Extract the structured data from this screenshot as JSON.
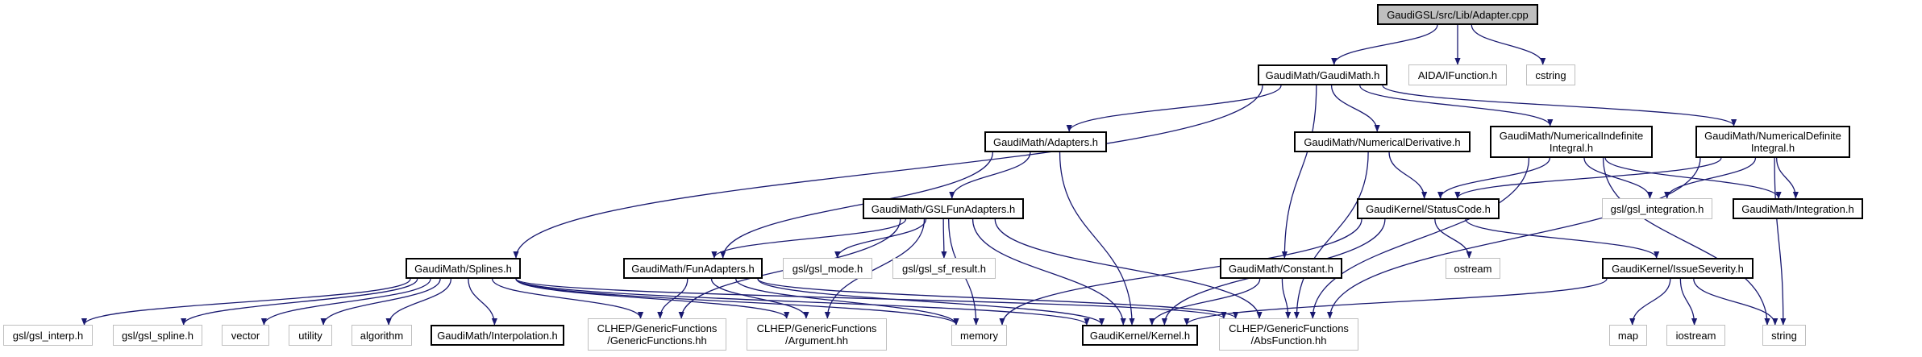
{
  "diagram": {
    "type": "include-dependency-graph",
    "edge_color": "#191970",
    "nodes": [
      {
        "id": "root",
        "label": "GaudiGSL/src/Lib/Adapter.cpp",
        "kind": "root"
      },
      {
        "id": "gaudimath",
        "label": "GaudiMath/GaudiMath.h",
        "kind": "local"
      },
      {
        "id": "aida",
        "label": "AIDA/IFunction.h",
        "kind": "system"
      },
      {
        "id": "cstring",
        "label": "cstring",
        "kind": "system"
      },
      {
        "id": "adapters",
        "label": "GaudiMath/Adapters.h",
        "kind": "local"
      },
      {
        "id": "numderiv",
        "label": "GaudiMath/NumericalDerivative.h",
        "kind": "local"
      },
      {
        "id": "numindef",
        "label": "GaudiMath/NumericalIndefinite\nIntegral.h",
        "kind": "local"
      },
      {
        "id": "numdef",
        "label": "GaudiMath/NumericalDefinite\nIntegral.h",
        "kind": "local"
      },
      {
        "id": "gslfun",
        "label": "GaudiMath/GSLFunAdapters.h",
        "kind": "local"
      },
      {
        "id": "statuscode",
        "label": "GaudiKernel/StatusCode.h",
        "kind": "local"
      },
      {
        "id": "gslinteg",
        "label": "gsl/gsl_integration.h",
        "kind": "system"
      },
      {
        "id": "integration",
        "label": "GaudiMath/Integration.h",
        "kind": "local"
      },
      {
        "id": "splines",
        "label": "GaudiMath/Splines.h",
        "kind": "local"
      },
      {
        "id": "funadapters",
        "label": "GaudiMath/FunAdapters.h",
        "kind": "local"
      },
      {
        "id": "gslmode",
        "label": "gsl/gsl_mode.h",
        "kind": "system"
      },
      {
        "id": "gslsf",
        "label": "gsl/gsl_sf_result.h",
        "kind": "system"
      },
      {
        "id": "constant",
        "label": "GaudiMath/Constant.h",
        "kind": "local"
      },
      {
        "id": "ostream",
        "label": "ostream",
        "kind": "system"
      },
      {
        "id": "issue",
        "label": "GaudiKernel/IssueSeverity.h",
        "kind": "local"
      },
      {
        "id": "gslinterp",
        "label": "gsl/gsl_interp.h",
        "kind": "system"
      },
      {
        "id": "gslspline",
        "label": "gsl/gsl_spline.h",
        "kind": "system"
      },
      {
        "id": "vector",
        "label": "vector",
        "kind": "system"
      },
      {
        "id": "utility",
        "label": "utility",
        "kind": "system"
      },
      {
        "id": "algorithm",
        "label": "algorithm",
        "kind": "system"
      },
      {
        "id": "interpolation",
        "label": "GaudiMath/Interpolation.h",
        "kind": "local"
      },
      {
        "id": "genfun",
        "label": "CLHEP/GenericFunctions\n/GenericFunctions.hh",
        "kind": "system"
      },
      {
        "id": "argument",
        "label": "CLHEP/GenericFunctions\n/Argument.hh",
        "kind": "system"
      },
      {
        "id": "memory",
        "label": "memory",
        "kind": "system"
      },
      {
        "id": "kernel",
        "label": "GaudiKernel/Kernel.h",
        "kind": "local"
      },
      {
        "id": "absfun",
        "label": "CLHEP/GenericFunctions\n/AbsFunction.hh",
        "kind": "system"
      },
      {
        "id": "map",
        "label": "map",
        "kind": "system"
      },
      {
        "id": "iostream",
        "label": "iostream",
        "kind": "system"
      },
      {
        "id": "string",
        "label": "string",
        "kind": "system"
      }
    ],
    "edges": [
      [
        "root",
        "gaudimath"
      ],
      [
        "root",
        "aida"
      ],
      [
        "root",
        "cstring"
      ],
      [
        "gaudimath",
        "adapters"
      ],
      [
        "gaudimath",
        "splines"
      ],
      [
        "gaudimath",
        "constant"
      ],
      [
        "gaudimath",
        "numderiv"
      ],
      [
        "gaudimath",
        "numindef"
      ],
      [
        "gaudimath",
        "numdef"
      ],
      [
        "adapters",
        "gslfun"
      ],
      [
        "adapters",
        "funadapters"
      ],
      [
        "adapters",
        "kernel"
      ],
      [
        "gslfun",
        "funadapters"
      ],
      [
        "gslfun",
        "gslmode"
      ],
      [
        "gslfun",
        "gslsf"
      ],
      [
        "gslfun",
        "genfun"
      ],
      [
        "gslfun",
        "argument"
      ],
      [
        "gslfun",
        "memory"
      ],
      [
        "gslfun",
        "kernel"
      ],
      [
        "gslfun",
        "absfun"
      ],
      [
        "numderiv",
        "statuscode"
      ],
      [
        "numderiv",
        "absfun"
      ],
      [
        "numindef",
        "statuscode"
      ],
      [
        "numindef",
        "gslinteg"
      ],
      [
        "numindef",
        "integration"
      ],
      [
        "numindef",
        "absfun"
      ],
      [
        "numindef",
        "string"
      ],
      [
        "numdef",
        "statuscode"
      ],
      [
        "numdef",
        "gslinteg"
      ],
      [
        "numdef",
        "integration"
      ],
      [
        "numdef",
        "absfun"
      ],
      [
        "numdef",
        "string"
      ],
      [
        "statuscode",
        "ostream"
      ],
      [
        "statuscode",
        "issue"
      ],
      [
        "statuscode",
        "kernel"
      ],
      [
        "statuscode",
        "memory"
      ],
      [
        "issue",
        "map"
      ],
      [
        "issue",
        "iostream"
      ],
      [
        "issue",
        "string"
      ],
      [
        "issue",
        "kernel"
      ],
      [
        "constant",
        "kernel"
      ],
      [
        "constant",
        "absfun"
      ],
      [
        "splines",
        "gslinterp"
      ],
      [
        "splines",
        "gslspline"
      ],
      [
        "splines",
        "vector"
      ],
      [
        "splines",
        "utility"
      ],
      [
        "splines",
        "algorithm"
      ],
      [
        "splines",
        "interpolation"
      ],
      [
        "splines",
        "genfun"
      ],
      [
        "splines",
        "argument"
      ],
      [
        "splines",
        "memory"
      ],
      [
        "splines",
        "kernel"
      ],
      [
        "splines",
        "absfun"
      ],
      [
        "funadapters",
        "genfun"
      ],
      [
        "funadapters",
        "argument"
      ],
      [
        "funadapters",
        "memory"
      ],
      [
        "funadapters",
        "kernel"
      ],
      [
        "funadapters",
        "absfun"
      ]
    ]
  }
}
